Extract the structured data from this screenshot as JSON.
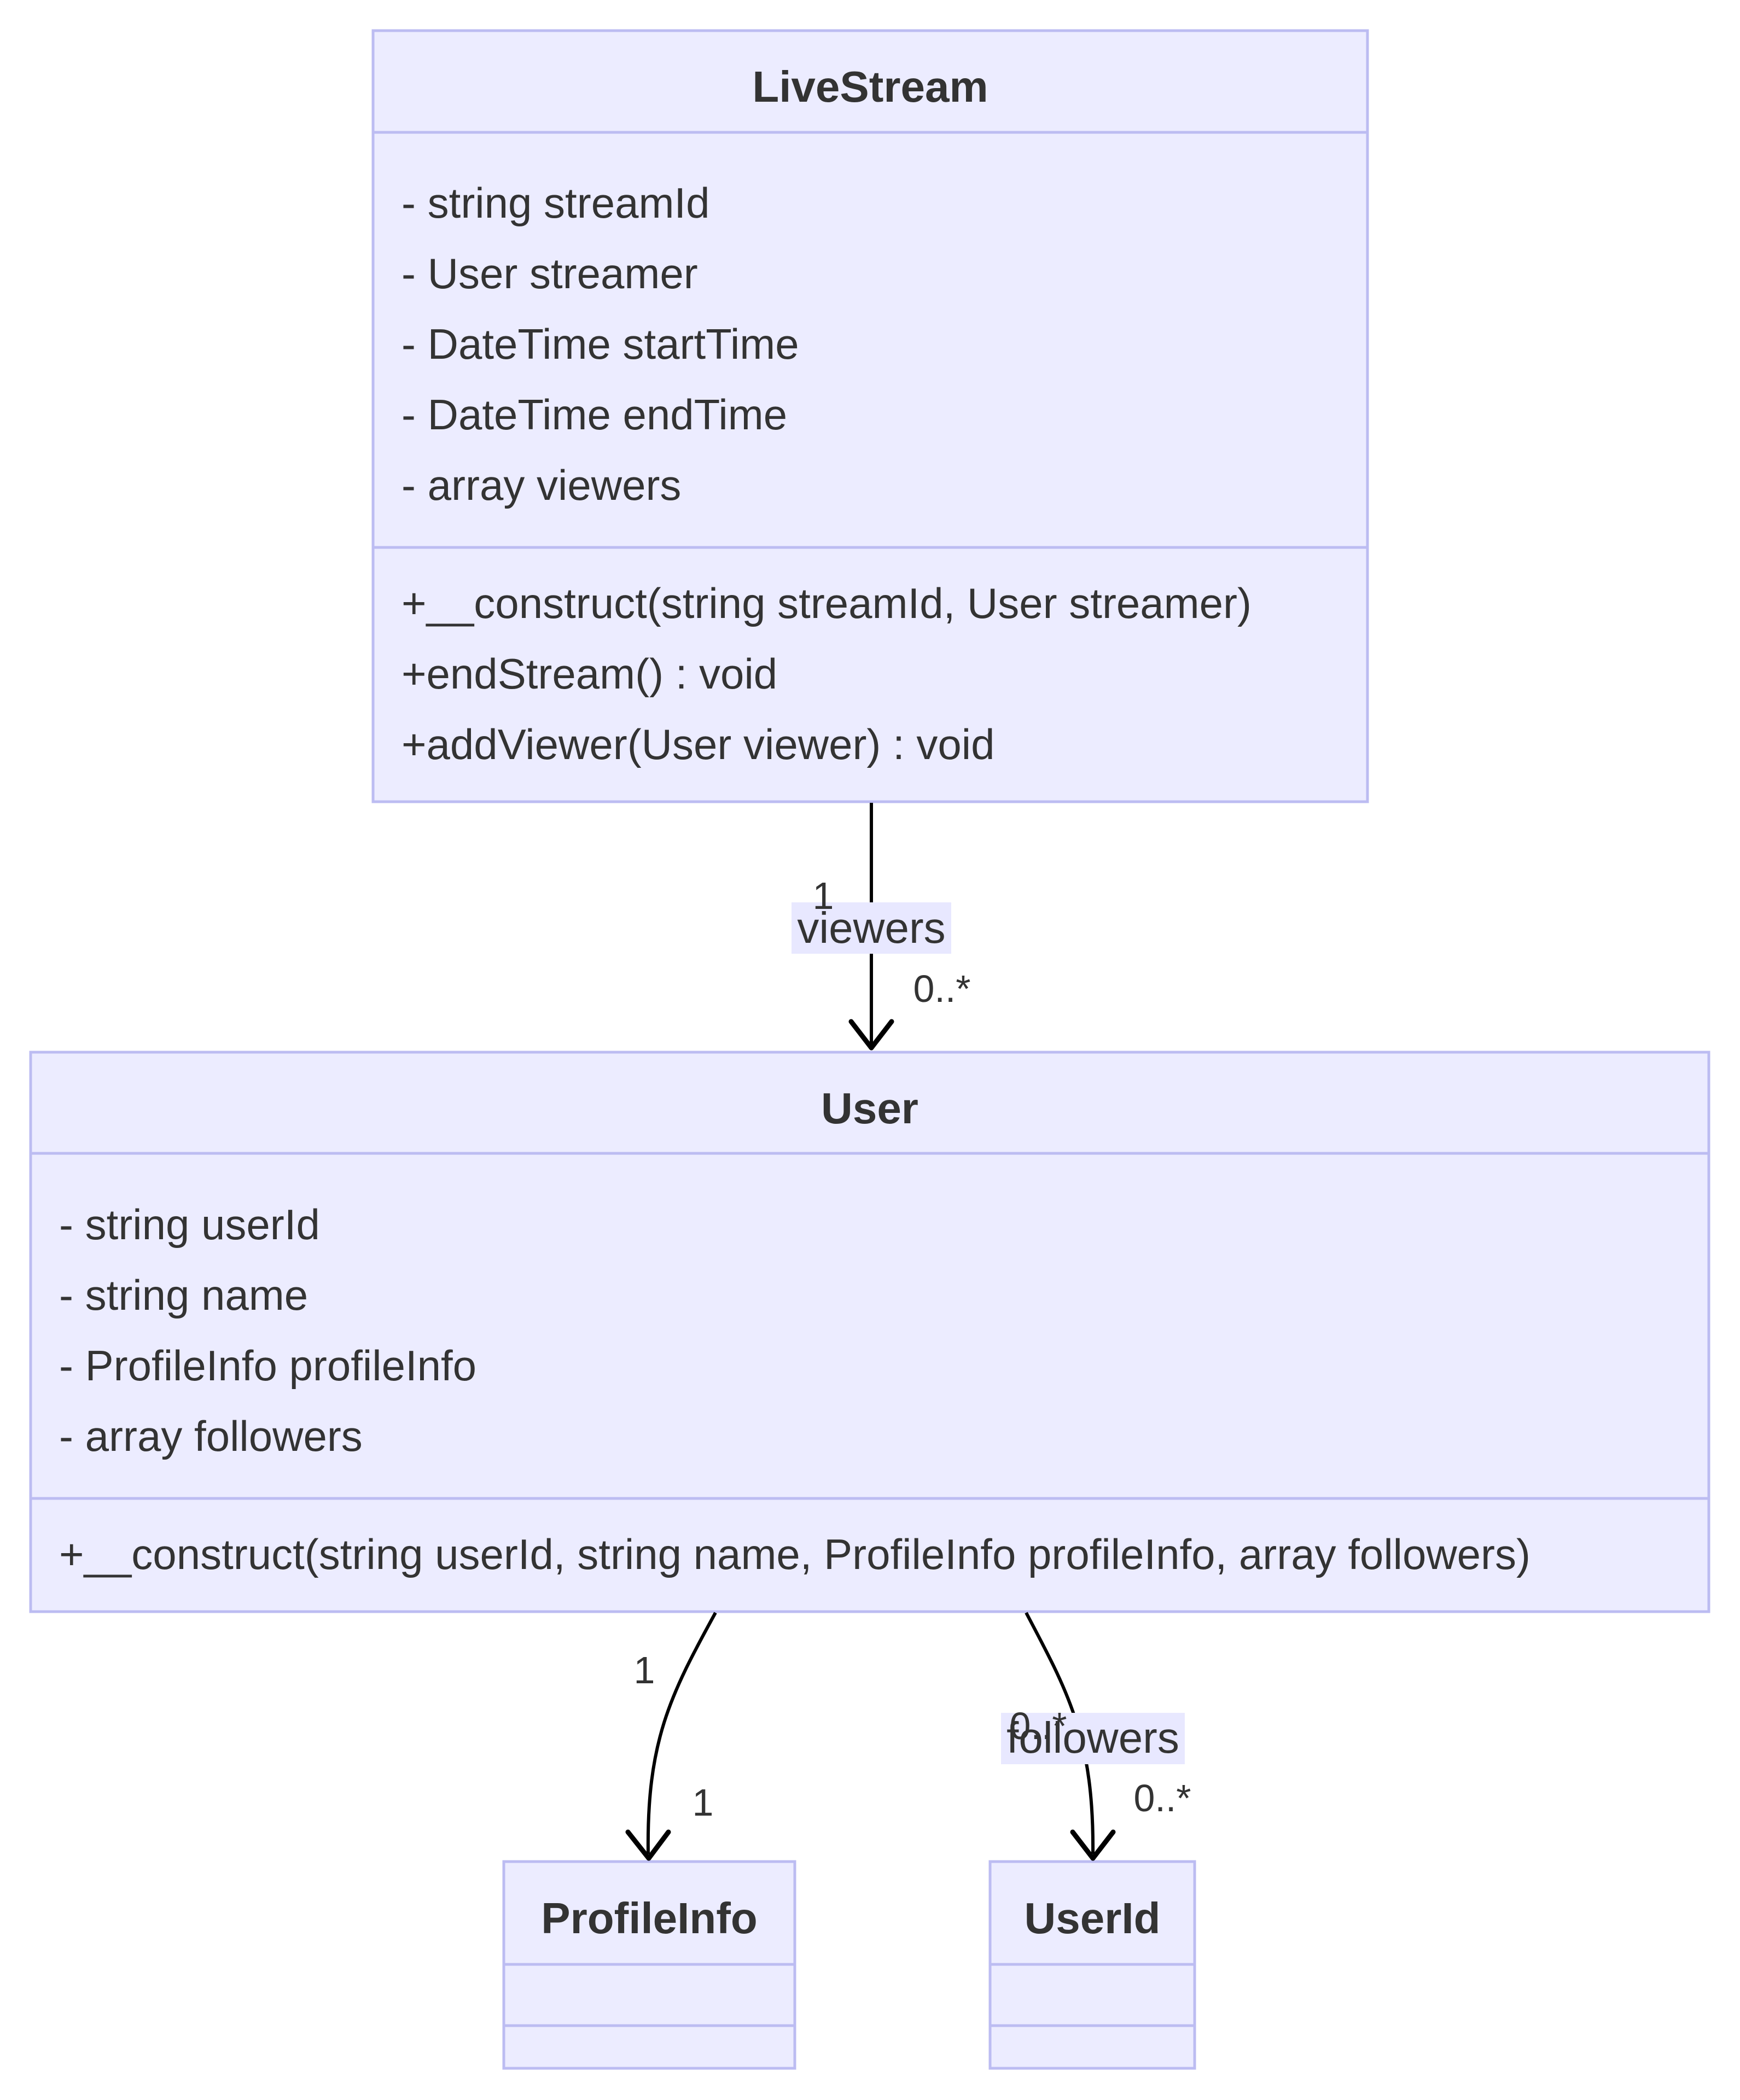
{
  "classes": {
    "livestream": {
      "name": "LiveStream",
      "attributes": [
        "- string streamId",
        "- User streamer",
        "- DateTime startTime",
        "- DateTime endTime",
        "- array viewers"
      ],
      "methods": [
        "+__construct(string streamId, User streamer)",
        "+endStream() : void",
        "+addViewer(User viewer) : void"
      ]
    },
    "user": {
      "name": "User",
      "attributes": [
        "- string userId",
        "- string name",
        "- ProfileInfo profileInfo",
        "- array followers"
      ],
      "methods": [
        "+__construct(string userId, string name, ProfileInfo profileInfo, array followers)"
      ]
    },
    "profileinfo": {
      "name": "ProfileInfo",
      "attributes": [],
      "methods": []
    },
    "userid": {
      "name": "UserId",
      "attributes": [],
      "methods": []
    }
  },
  "relations": {
    "livestream_user": {
      "label": "viewers",
      "source_multiplicity": "1",
      "target_multiplicity": "0..*"
    },
    "user_profileinfo": {
      "label": "",
      "source_multiplicity": "1",
      "target_multiplicity": "1"
    },
    "user_userid": {
      "label": "followers",
      "source_multiplicity": "0..*",
      "target_multiplicity": "0..*"
    }
  }
}
